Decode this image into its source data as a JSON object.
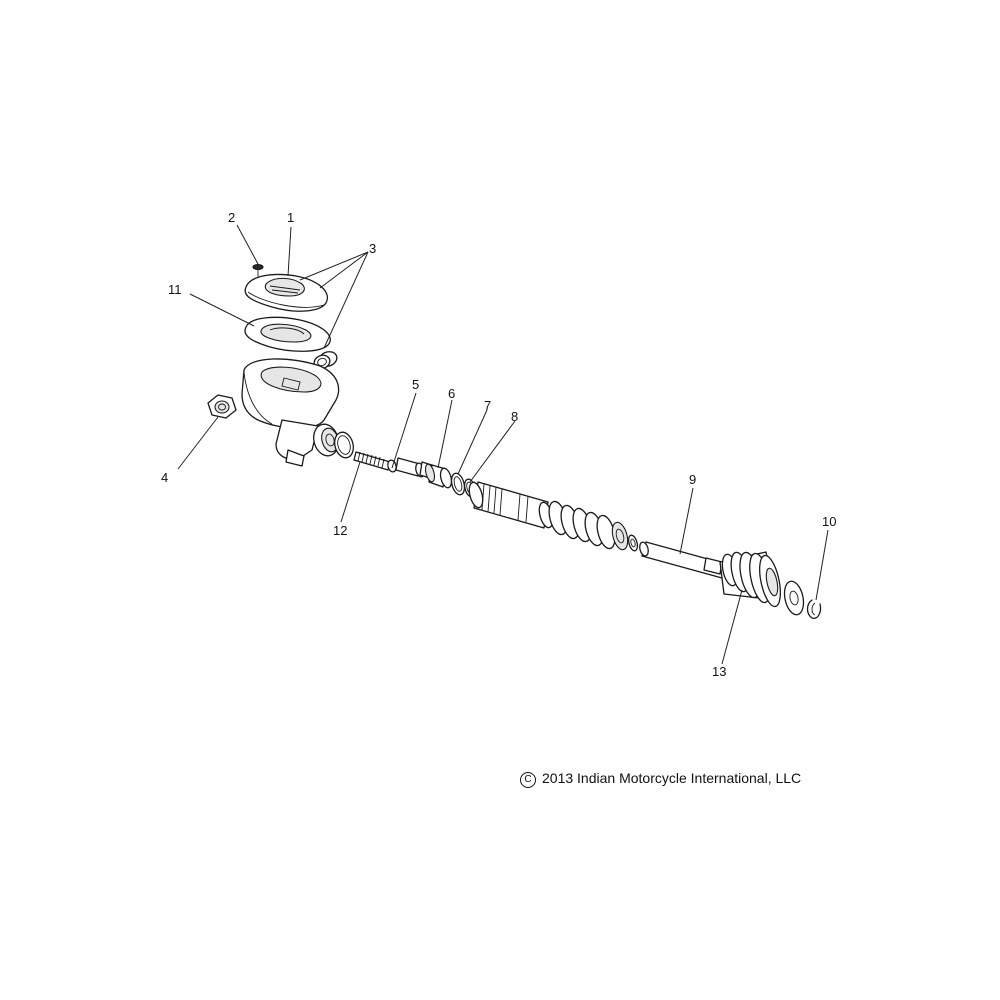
{
  "callouts": {
    "c1": "1",
    "c2": "2",
    "c3": "3",
    "c4": "4",
    "c5": "5",
    "c6": "6",
    "c7": "7",
    "c8": "8",
    "c9": "9",
    "c10": "10",
    "c11": "11",
    "c12": "12",
    "c13": "13"
  },
  "copyright": {
    "symbol": "C",
    "text": "2013 Indian Motorcycle International, LLC"
  }
}
